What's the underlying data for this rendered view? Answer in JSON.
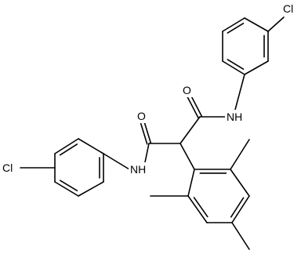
{
  "molecule": {
    "atom_labels": {
      "cl_top": "Cl",
      "nh_right": "NH",
      "o_right": "O",
      "o_left": "O",
      "nh_left": "NH",
      "cl_left": "Cl"
    }
  }
}
